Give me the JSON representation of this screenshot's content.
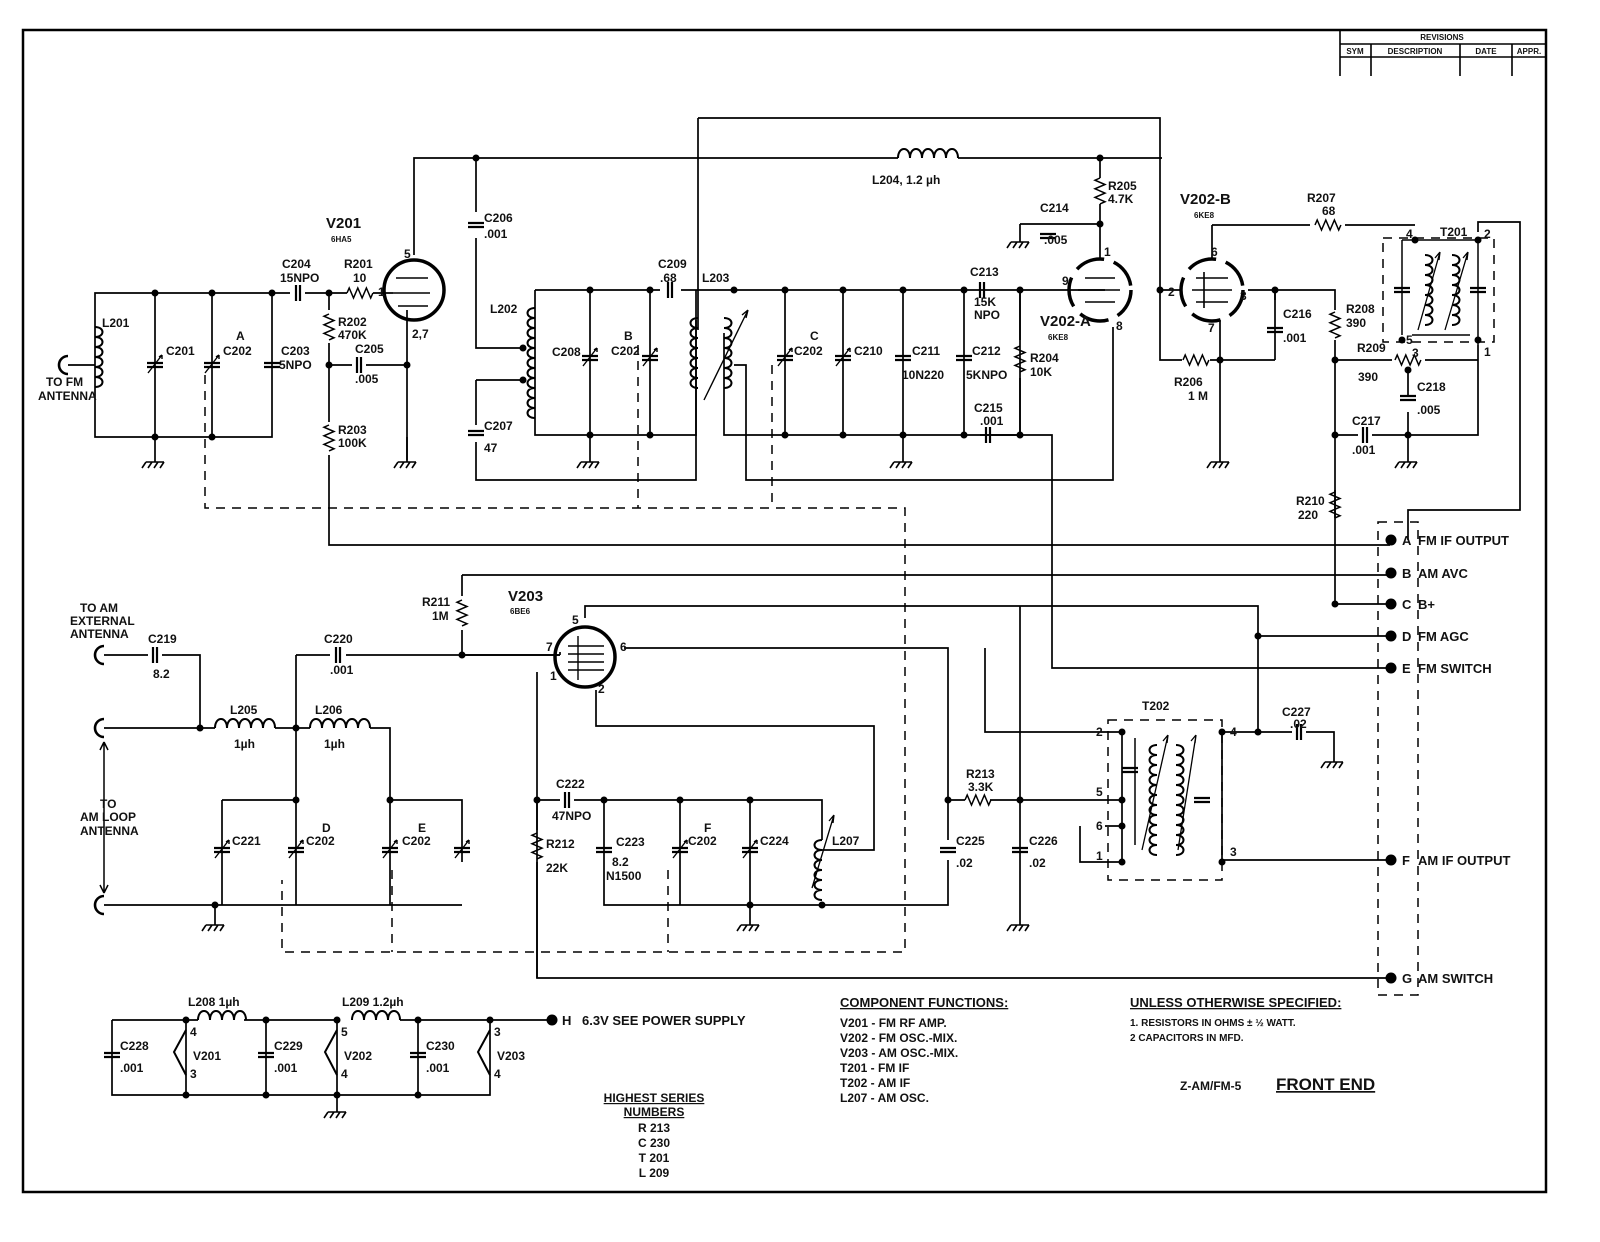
{
  "revisions": {
    "title": "REVISIONS",
    "cols": [
      "SYM",
      "DESCRIPTION",
      "DATE",
      "APPR."
    ]
  },
  "tubes": [
    {
      "id": "v201",
      "ref": "V201",
      "type": "6HA5",
      "pins": {
        "grid": "1",
        "plate": "5",
        "cathode": "2,7"
      }
    },
    {
      "id": "v202a",
      "ref": "V202-A",
      "type": "6KE8",
      "pins": {
        "plate": "1",
        "grid": "9",
        "cathode": "8"
      }
    },
    {
      "id": "v202b",
      "ref": "V202-B",
      "type": "6KE8",
      "pins": {
        "plate": "6",
        "grid": "2",
        "screen": "3",
        "cathode": "7"
      }
    },
    {
      "id": "v203",
      "ref": "V203",
      "type": "6BE6",
      "pins": {
        "p5": "5",
        "p7": "7",
        "p6": "6",
        "p1": "1",
        "p2": "2"
      }
    }
  ],
  "labels": {
    "to_fm_antenna": [
      "TO FM",
      "ANTENNA"
    ],
    "to_am_ext": [
      "TO AM",
      "EXTERNAL",
      "ANTENNA"
    ],
    "to_am_loop": [
      "TO",
      "AM LOOP",
      "ANTENNA"
    ]
  },
  "components": {
    "L201": "L201",
    "C201": "C201",
    "A": "A",
    "C202a": "C202",
    "C203": [
      "C203",
      "5NPO"
    ],
    "C204": [
      "C204",
      "15NPO"
    ],
    "R201": [
      "R201",
      "10"
    ],
    "R202": [
      "R202",
      "470K"
    ],
    "C205": [
      "C205",
      ".005"
    ],
    "R203": [
      "R203",
      "100K"
    ],
    "C206": [
      "C206",
      ".001"
    ],
    "C207": [
      "C207",
      "47"
    ],
    "L202": "L202",
    "C208": "C208",
    "B": "B",
    "C202b": "C202",
    "C209": [
      "C209",
      ".68"
    ],
    "L203": "L203",
    "C": "C",
    "C202c": "C202",
    "C210": "C210",
    "C211": [
      "C211",
      "10N220"
    ],
    "C212": [
      "C212",
      "5KNPO"
    ],
    "C213": [
      "C213",
      "15K",
      "NPO"
    ],
    "C214": [
      "C214",
      ".005"
    ],
    "R205": [
      "R205",
      "4.7K"
    ],
    "L204": "L204, 1.2 µh",
    "C215": [
      "C215",
      ".001"
    ],
    "R204": [
      "R204",
      "10K"
    ],
    "R206": [
      "R206",
      "1 M"
    ],
    "R207": [
      "R207",
      "68"
    ],
    "T201": "T201",
    "C216": [
      "C216",
      ".001"
    ],
    "R208": [
      "R208",
      "390"
    ],
    "R209": [
      "R209",
      "390"
    ],
    "C218": [
      "C218",
      ".005"
    ],
    "C217": [
      "C217",
      ".001"
    ],
    "R210": [
      "R210",
      "220"
    ],
    "C219": [
      "C219",
      "8.2"
    ],
    "C220": [
      "C220",
      ".001"
    ],
    "R211": [
      "R211",
      "1M"
    ],
    "L205": [
      "L205",
      "1µh"
    ],
    "L206": [
      "L206",
      "1µh"
    ],
    "C221": "C221",
    "D": "D",
    "C202d": "C202",
    "E": "E",
    "C202e": "C202",
    "C222": [
      "C222",
      "47NPO"
    ],
    "R212": [
      "R212",
      "22K"
    ],
    "C223": [
      "C223",
      "8.2",
      "N1500"
    ],
    "F": "F",
    "C202f": "C202",
    "C224": "C224",
    "L207": "L207",
    "R213": [
      "R213",
      "3.3K"
    ],
    "C225": [
      "C225",
      ".02"
    ],
    "C226": [
      "C226",
      ".02"
    ],
    "T202": "T202",
    "C227": [
      "C227",
      ".02"
    ],
    "L208": "L208 1µh",
    "L209": "L209 1.2µh",
    "C228": [
      "C228",
      ".001"
    ],
    "C229": [
      "C229",
      ".001"
    ],
    "C230": [
      "C230",
      ".001"
    ]
  },
  "heater": {
    "v201": [
      "V201",
      "4",
      "3"
    ],
    "v202": [
      "V202",
      "5",
      "4"
    ],
    "v203": [
      "V203",
      "3",
      "4"
    ],
    "h_label": "H",
    "h_note": "6.3V SEE POWER SUPPLY"
  },
  "terminals": [
    {
      "letter": "A",
      "label": "FM IF OUTPUT"
    },
    {
      "letter": "B",
      "label": "AM AVC"
    },
    {
      "letter": "C",
      "label": "B+"
    },
    {
      "letter": "D",
      "label": "FM AGC"
    },
    {
      "letter": "E",
      "label": "FM SWITCH"
    },
    {
      "letter": "F",
      "label": "AM IF OUTPUT"
    },
    {
      "letter": "G",
      "label": "AM SWITCH"
    }
  ],
  "component_functions": {
    "title": "COMPONENT FUNCTIONS:",
    "lines": [
      "V201 - FM RF AMP.",
      "V202 - FM OSC.-MIX.",
      "V203 - AM OSC.-MIX.",
      "T201 - FM IF",
      "T202 - AM IF",
      "L207 - AM OSC."
    ]
  },
  "notes": {
    "title": "UNLESS OTHERWISE SPECIFIED:",
    "lines": [
      "1. RESISTORS IN OHMS ± ½ WATT.",
      "2 CAPACITORS IN MFD."
    ]
  },
  "highest_series": {
    "title": [
      "HIGHEST SERIES",
      "NUMBERS"
    ],
    "lines": [
      "R 213",
      "C 230",
      "T 201",
      "L 209"
    ]
  },
  "drawing": {
    "number": "Z-AM/FM-5",
    "title": "FRONT END"
  }
}
